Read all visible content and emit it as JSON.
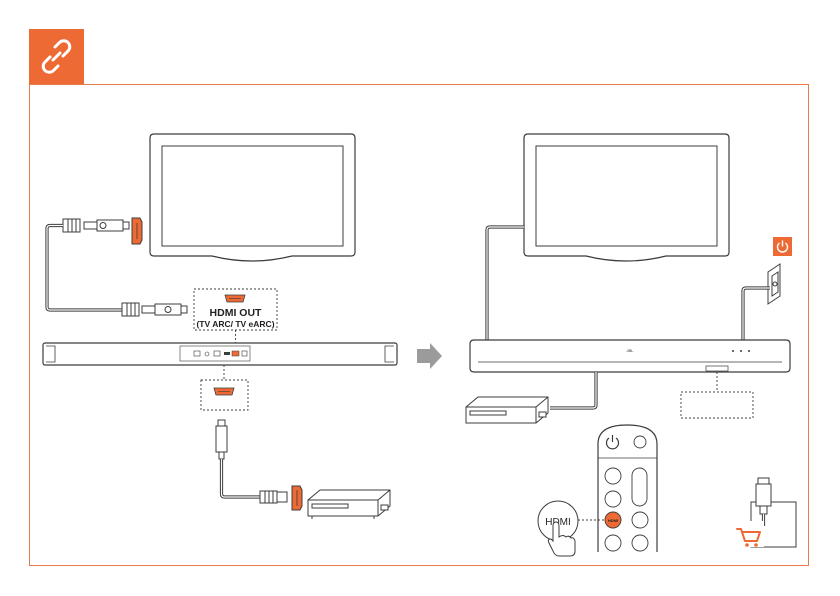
{
  "colors": {
    "accent": "#ee6a35",
    "line": "#3c3c3c",
    "frame": "#e87a4b",
    "panel": "#fbfbfb"
  },
  "header": {
    "icon": "link-icon"
  },
  "left_panel": {
    "hdmi_out_label": "HDMI OUT",
    "hdmi_out_sub": "(TV ARC/ TV eARC)"
  },
  "right_panel": {
    "power_icon": "power-icon",
    "remote_button_label": "HDMI",
    "remote_button_tiny": "HDMI",
    "soundbar_brand": "JBL",
    "cart_icon": "cart-icon"
  },
  "arrow_icon": "arrow-right-icon"
}
